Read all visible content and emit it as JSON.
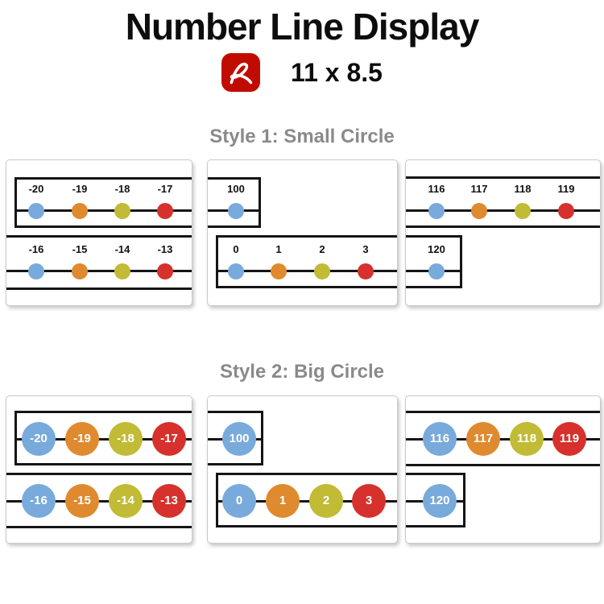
{
  "title": "Number Line Display",
  "format": {
    "icon": "pdf-acrobat-icon",
    "size_label": "11 x 8.5"
  },
  "colors": {
    "blue": "#78aadb",
    "orange": "#df8a2e",
    "olive": "#c1bb35",
    "red": "#d6312c",
    "pdf_red": "#c00c00",
    "heading": "#8a8a8a",
    "line": "#151515"
  },
  "color_cycle": [
    "blue",
    "orange",
    "olive",
    "red"
  ],
  "sections": [
    {
      "heading": "Style 1: Small Circle",
      "circle_style": "small",
      "panels": [
        {
          "rows": [
            {
              "labels": [
                "-20",
                "-19",
                "-18",
                "-17"
              ]
            },
            {
              "labels": [
                "-16",
                "-15",
                "-14",
                "-13"
              ]
            }
          ]
        },
        {
          "rows": [
            {
              "labels": [
                "100"
              ]
            },
            {
              "labels": [
                "0",
                "1",
                "2",
                "3"
              ]
            }
          ]
        },
        {
          "rows": [
            {
              "labels": [
                "116",
                "117",
                "118",
                "119"
              ]
            },
            {
              "labels": [
                "120"
              ]
            }
          ]
        }
      ]
    },
    {
      "heading": "Style 2: Big Circle",
      "circle_style": "big",
      "panels": [
        {
          "rows": [
            {
              "labels": [
                "-20",
                "-19",
                "-18",
                "-17"
              ]
            },
            {
              "labels": [
                "-16",
                "-15",
                "-14",
                "-13"
              ]
            }
          ]
        },
        {
          "rows": [
            {
              "labels": [
                "100"
              ]
            },
            {
              "labels": [
                "0",
                "1",
                "2",
                "3"
              ]
            }
          ]
        },
        {
          "rows": [
            {
              "labels": [
                "116",
                "117",
                "118",
                "119"
              ]
            },
            {
              "labels": [
                "120"
              ]
            }
          ]
        }
      ]
    }
  ]
}
